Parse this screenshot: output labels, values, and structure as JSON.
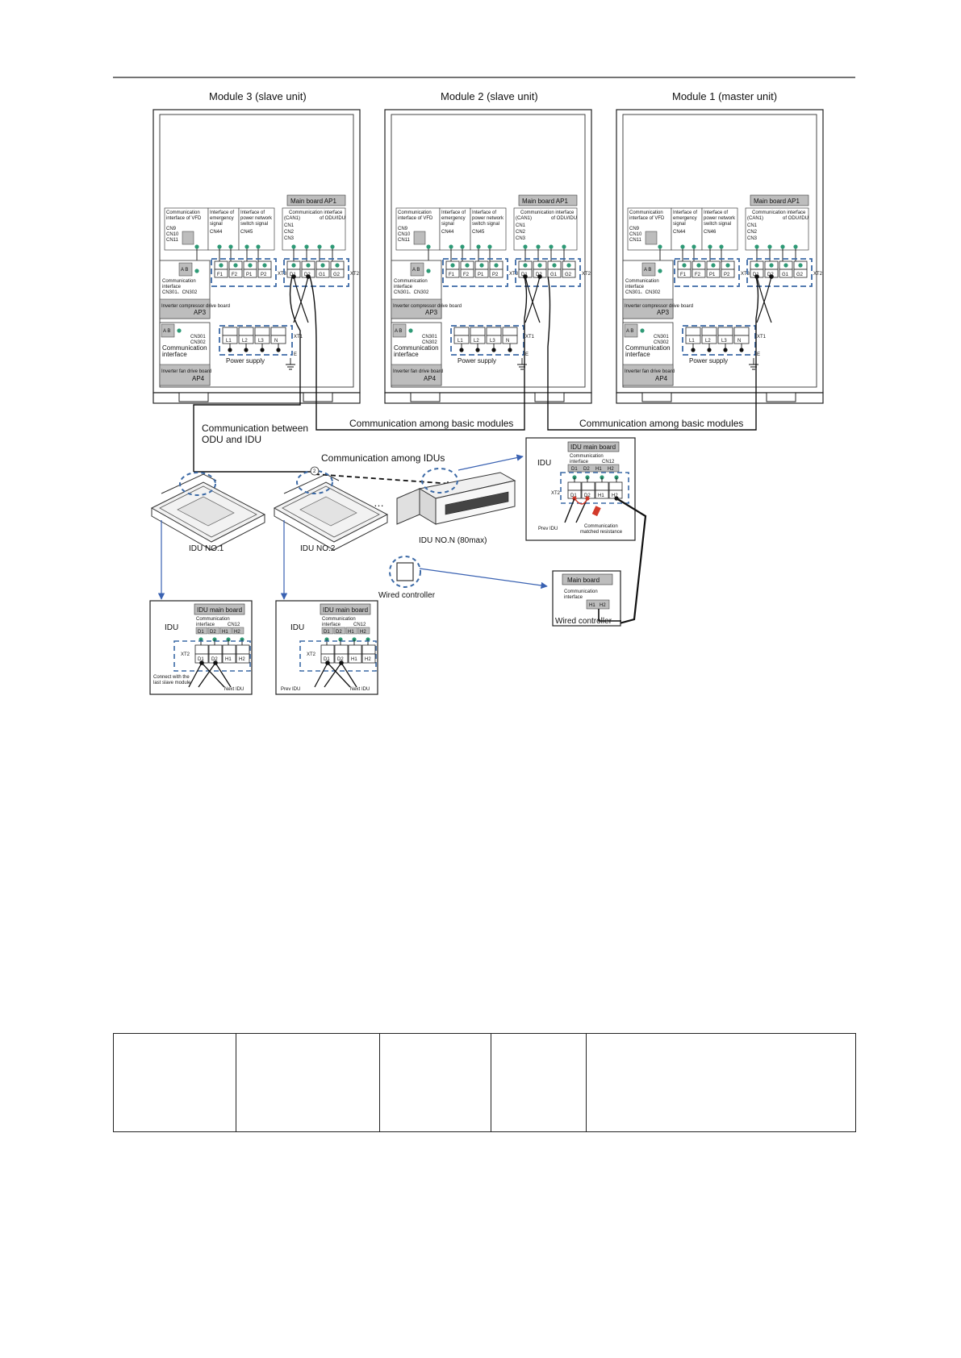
{
  "modules": [
    {
      "title": "Module 3 (slave unit)",
      "mainboard": "Main board AP1",
      "comm_odu": [
        "Communication interface",
        "(CAN1)",
        "of ODU/IDU",
        "CN1",
        "CN2",
        "CN3"
      ],
      "box_vfd": [
        "Communication",
        "interface of VFD",
        "CN9",
        "CN10",
        "CN11"
      ],
      "box_emg": [
        "Interface of",
        "emergency",
        "signal",
        "CN44"
      ],
      "box_pwr": [
        "Interface of",
        "power network",
        "switch signal",
        "CN45"
      ],
      "terms_xt3": [
        "F1",
        "F2",
        "P1",
        "P2"
      ],
      "terms_xt2": [
        "D1",
        "D2",
        "G1",
        "G2"
      ],
      "terms_xt1": [
        "L1",
        "L2",
        "L3",
        "N"
      ],
      "ap3": [
        "Communication",
        "interface",
        "CN301、CN302"
      ],
      "ap3_label": "Inverter compressor drive board",
      "ap3_tag": "AP3",
      "ap4": [
        "CN301",
        "CN302",
        "Communication",
        "interface"
      ],
      "ap4_label": "Inverter fan drive board",
      "ap4_tag": "AP4",
      "power": "Power supply"
    },
    {
      "title": "Module 2 (slave unit)",
      "mainboard": "Main board AP1",
      "comm_odu": [
        "Communication interface",
        "(CAN1)",
        "of ODU/IDU",
        "CN1",
        "CN2",
        "CN3"
      ],
      "box_vfd": [
        "Communication",
        "interface of VFD",
        "CN9",
        "CN10",
        "CN11"
      ],
      "box_emg": [
        "Interface of",
        "emergency",
        "signal",
        "CN44"
      ],
      "box_pwr": [
        "Interface of",
        "power network",
        "switch signal",
        "CN45"
      ],
      "terms_xt3": [
        "F1",
        "F2",
        "P1",
        "P2"
      ],
      "terms_xt2": [
        "D1",
        "D2",
        "G1",
        "G2"
      ],
      "terms_xt1": [
        "L1",
        "L2",
        "L3",
        "N"
      ],
      "ap3": [
        "Communication",
        "interface",
        "CN301、CN302"
      ],
      "ap3_label": "Inverter compressor drive board",
      "ap3_tag": "AP3",
      "ap4": [
        "CN301",
        "CN302",
        "Communication",
        "interface"
      ],
      "ap4_label": "Inverter fan drive board",
      "ap4_tag": "AP4",
      "power": "Power supply"
    },
    {
      "title": "Module 1 (master unit)",
      "mainboard": "Main board AP1",
      "comm_odu": [
        "Communication interface",
        "(CAN1)",
        "of ODU/IDU",
        "CN1",
        "CN2",
        "CN3"
      ],
      "box_vfd": [
        "Communication",
        "interface of VFD",
        "CN9",
        "CN10",
        "CN11"
      ],
      "box_emg": [
        "Interface of",
        "emergency",
        "signal",
        "CN44"
      ],
      "box_pwr": [
        "Interface of",
        "power network",
        "switch signal",
        "CN46"
      ],
      "terms_xt3": [
        "F1",
        "F2",
        "P1",
        "P2"
      ],
      "terms_xt2": [
        "D1",
        "D2",
        "G1",
        "G2"
      ],
      "terms_xt1": [
        "L1",
        "L2",
        "L3",
        "N"
      ],
      "ap3": [
        "Communication",
        "interface",
        "CN301、CN302"
      ],
      "ap3_label": "Inverter compressor drive board",
      "ap3_tag": "AP3",
      "ap4": [
        "CN301",
        "CN302",
        "Communication",
        "interface"
      ],
      "ap4_label": "Inverter fan drive board",
      "ap4_tag": "AP4",
      "power": "Power supply"
    }
  ],
  "labels": {
    "ab": "A B",
    "xt1": "XT1",
    "xt2": "XT2",
    "xt3": "XT3",
    "earth": "E",
    "comm_modules_a": "Communication among basic modules",
    "comm_modules_b": "Communication among basic modules",
    "comm_odu_idu_1": "Communication between",
    "comm_odu_idu_2": "ODU and IDU",
    "comm_idus": "Communication among IDUs",
    "idu_no1": "IDU NO.1",
    "idu_no2": "IDU NO.2",
    "idu_non": "IDU NO.N (80max)",
    "ellipsis": "…",
    "wired_controller": "Wired controller",
    "circle_number": "2"
  },
  "idu_right": {
    "title": "IDU",
    "board": "IDU main board",
    "comm": [
      "Communication",
      "interface",
      "CN12"
    ],
    "top": [
      "D1",
      "D2",
      "H1",
      "H2"
    ],
    "xt2": "XT2",
    "bottom": [
      "D1",
      "D2",
      "H1",
      "H2"
    ],
    "prev": "Prev IDU",
    "resist": [
      "Communication",
      "matched resistance"
    ]
  },
  "wired_box": {
    "board": "Main board",
    "comm": [
      "Communication",
      "interface"
    ],
    "terms": [
      "H1",
      "H2"
    ],
    "label": "Wired controller"
  },
  "idu_bottom": [
    {
      "title": "IDU",
      "board": "IDU main board",
      "comm": [
        "Communication",
        "interface"
      ],
      "cn": "CN12",
      "top": [
        "D1",
        "D2",
        "H1",
        "H2"
      ],
      "xt2": "XT2",
      "bottom": [
        "D1",
        "D2",
        "H1",
        "H2"
      ],
      "left_note": [
        "Connect with the",
        "last slave module"
      ],
      "right_note": "Next IDU"
    },
    {
      "title": "IDU",
      "board": "IDU main board",
      "comm": [
        "Communication",
        "interface"
      ],
      "cn": "CN12",
      "top": [
        "D1",
        "D2",
        "H1",
        "H2"
      ],
      "xt2": "XT2",
      "bottom": [
        "D1",
        "D2",
        "H1",
        "H2"
      ],
      "left_note": [
        "Prev IDU"
      ],
      "right_note": "Next IDU"
    }
  ],
  "colors": {
    "green": "#2e9a76",
    "blue_dash": "#3c6aa6",
    "arrow_blue": "#3a62b2",
    "red": "#d23a2a",
    "grey_box": "#bdbdbd"
  }
}
